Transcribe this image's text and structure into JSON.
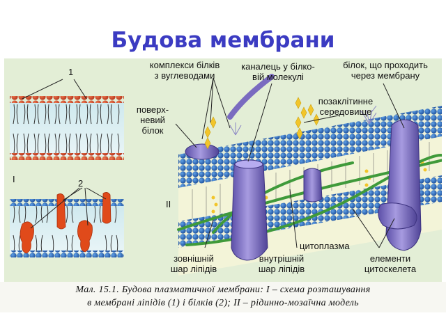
{
  "title": "Будова мембрани",
  "labels": {
    "complexes_line1": "комплекси білків",
    "complexes_line2": "з вуглеводами",
    "channel_line1": "каналець у білко-",
    "channel_line2": "вій молекулі",
    "transmembrane_line1": "білок, що проходить",
    "transmembrane_line2": "через мембрану",
    "extracellular_line1": "позаклітинне",
    "extracellular_line2": "середовище",
    "surface_line1": "поверх-",
    "surface_line2": "невий",
    "surface_line3": "білок",
    "cytoplasm": "цитоплазма",
    "outer_line1": "зовнішній",
    "outer_line2": "шар ліпідів",
    "inner_line1": "внутрішній",
    "inner_line2": "шар ліпідів",
    "cytoskeleton_line1": "елементи",
    "cytoskeleton_line2": "цитоскелета",
    "num1": "1",
    "num2": "2",
    "roman1": "I",
    "roman2": "II"
  },
  "caption": {
    "line1": "Мал. 15.1. Будова плазматичної мембрани: I – схема розташування",
    "line2": "в мембрані ліпідів (1) і білків (2); II – рідинно-мозаїчна модель"
  },
  "colors": {
    "title": "#3b3bc2",
    "figure_bg": "#e3eed6",
    "lipid_head_red": "#c8401e",
    "lipid_head_blue": "#1f5fb0",
    "protein_purple": "#7a6bc0",
    "protein_orange": "#e04a1a",
    "carbohydrate": "#f2c52a",
    "cytoskeleton": "#3f9a3a"
  }
}
